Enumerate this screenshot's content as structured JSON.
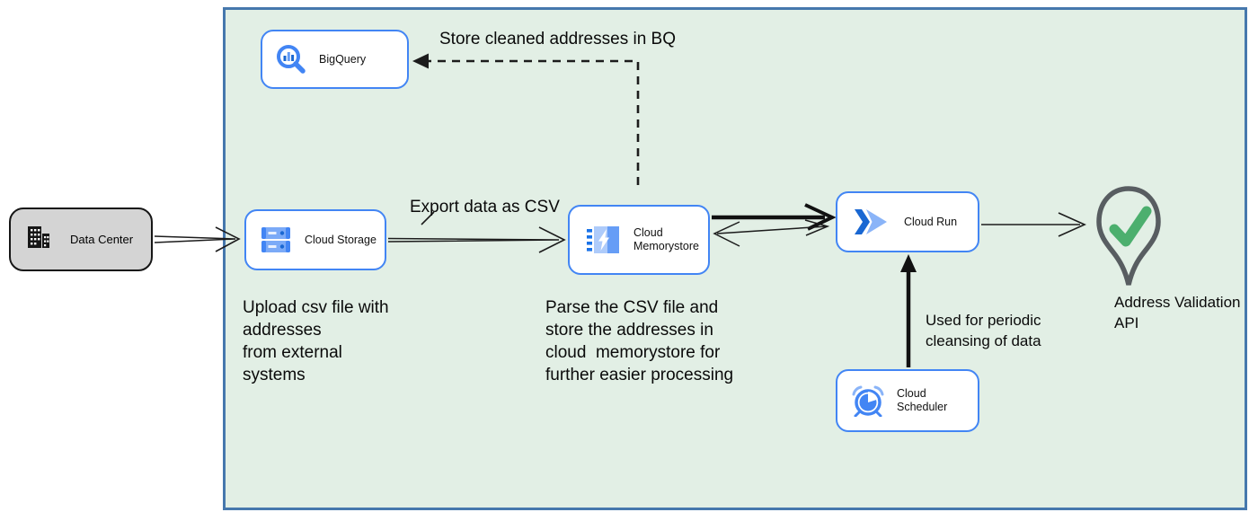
{
  "canvas": {
    "nodes": {
      "data_center": {
        "label": "Data Center"
      },
      "bigquery": {
        "label": "BigQuery"
      },
      "cloud_storage": {
        "label": "Cloud Storage"
      },
      "cloud_memorystore": {
        "label": "Cloud Memorystore"
      },
      "cloud_run": {
        "label": "Cloud Run"
      },
      "cloud_scheduler": {
        "label": "Cloud Scheduler"
      },
      "address_validation": {
        "label": "Address Validation\nAPI"
      }
    },
    "annotations": {
      "store_cleaned_bq": "Store cleaned addresses in BQ",
      "export_csv": "Export data as CSV",
      "upload_csv": "Upload csv file with\naddresses\nfrom external\nsystems",
      "parse_csv": "Parse the CSV file and\nstore the addresses in\ncloud  memorystore for\nfurther easier processing",
      "periodic_cleansing": "Used for periodic\ncleansing of data"
    },
    "icons": {
      "data_center": "building-icon",
      "bigquery": "magnifier-chart-icon",
      "cloud_storage": "storage-bars-icon",
      "cloud_memorystore": "memory-chip-bolt-icon",
      "cloud_run": "double-chevron-icon",
      "cloud_scheduler": "alarm-clock-icon",
      "address_validation": "map-pin-check-icon"
    },
    "colors": {
      "container_fill": "#e2efe5",
      "container_border": "#4678ad",
      "node_border": "#4285f4",
      "icon_blue": "#4285f4",
      "icon_blue_dark": "#1967d2",
      "icon_blue_light": "#aecbfa",
      "external_fill": "#d4d4d4",
      "edge_stroke": "#1c1c1c",
      "check_green": "#4caf6e",
      "pin_outline": "#585d61"
    }
  }
}
